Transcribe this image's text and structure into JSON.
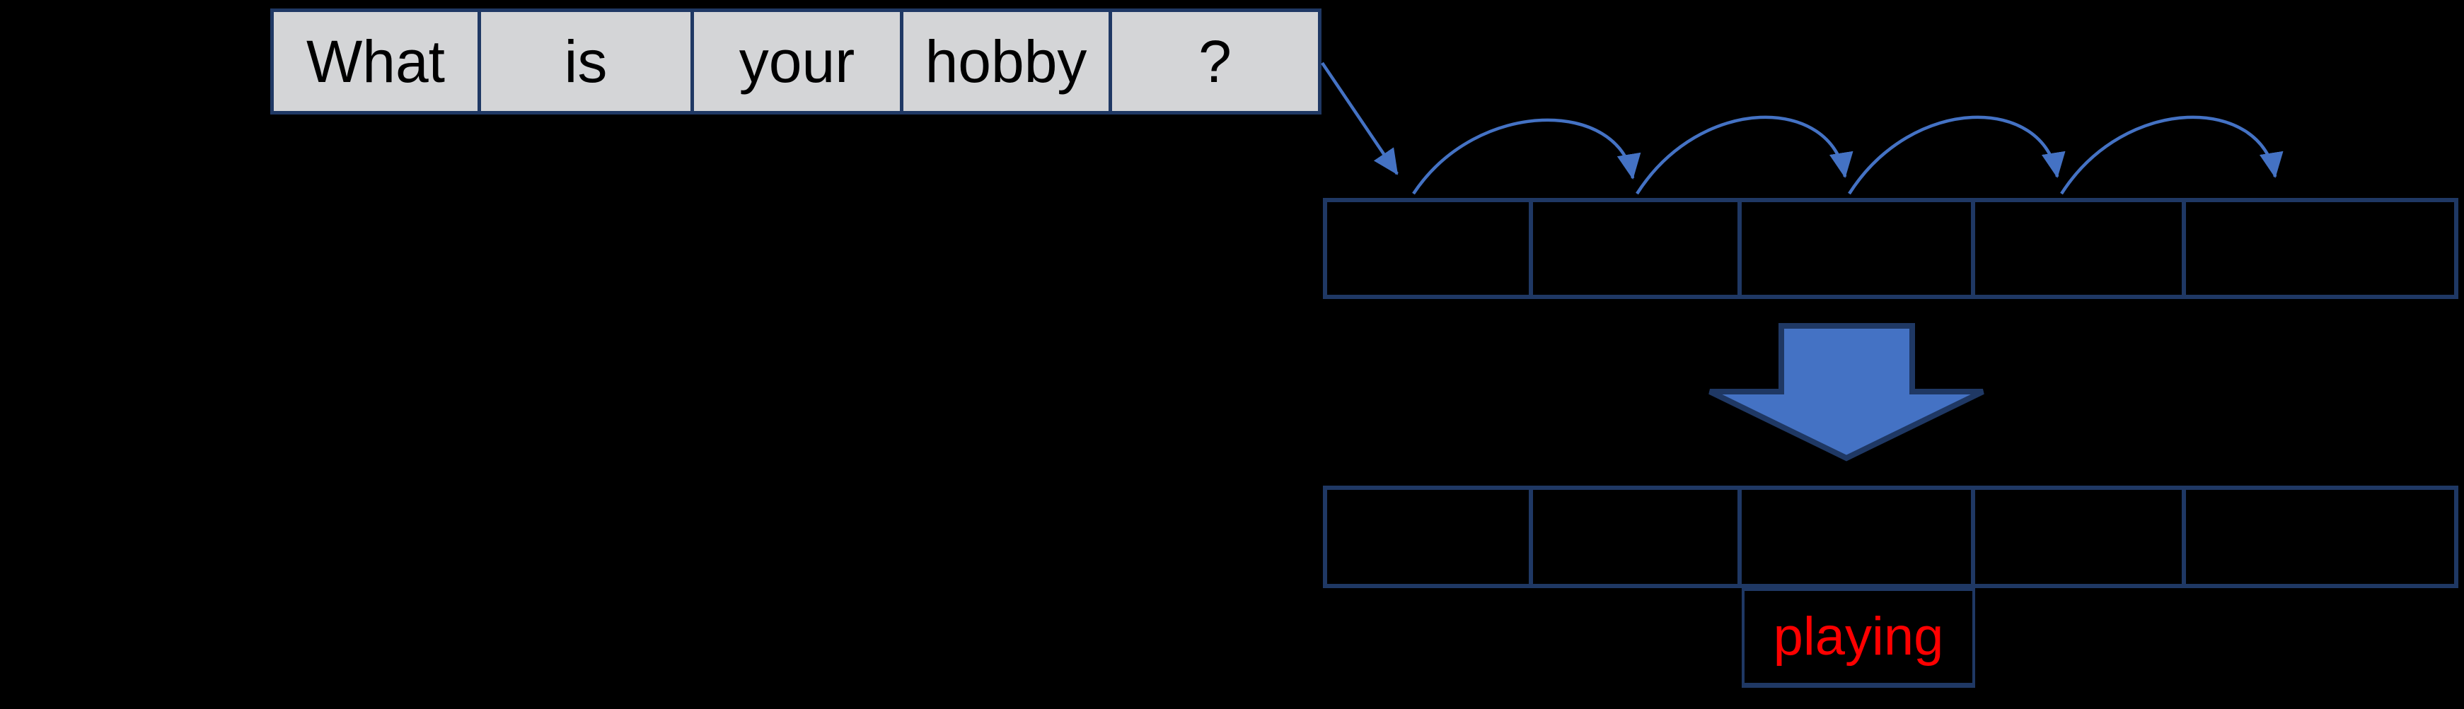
{
  "diagram": {
    "description_visible_text_only": true,
    "input_row": {
      "tokens": [
        "What",
        "is",
        "your",
        "hobby",
        "?"
      ]
    },
    "top_state_row": {
      "cells": [
        "",
        "",
        "",
        "",
        ""
      ]
    },
    "bottom_state_row": {
      "cells": [
        "",
        "",
        "",
        "",
        ""
      ]
    },
    "output_cell": {
      "label": "playing"
    }
  },
  "colors": {
    "background": "#000000",
    "cell_border_navy": "#1F3864",
    "arrow_blue": "#4472C4",
    "token_cell_grey": "#D4D5D7",
    "token_text": "#000000",
    "output_text_red": "#FF0000"
  }
}
